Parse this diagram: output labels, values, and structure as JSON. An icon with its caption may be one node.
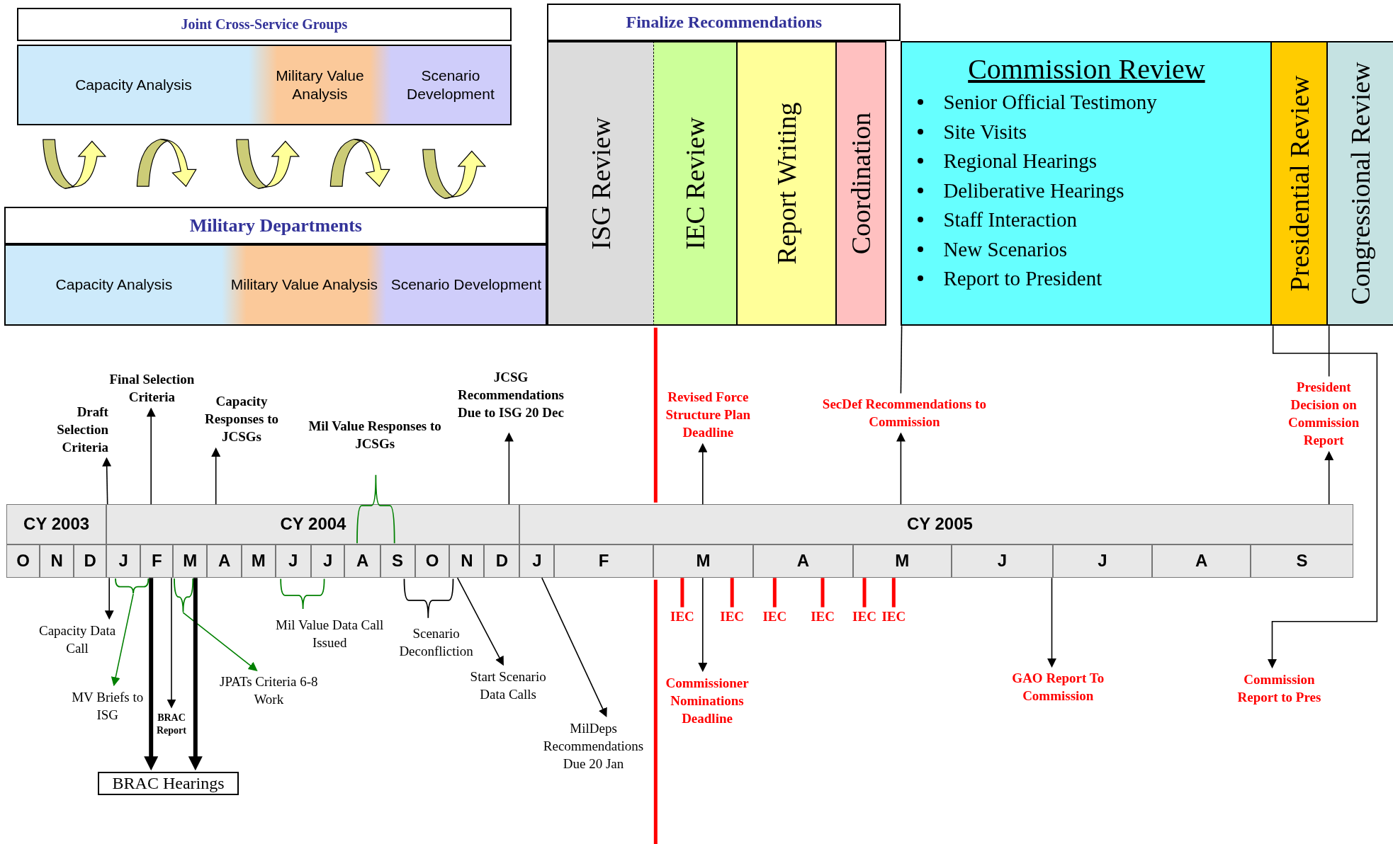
{
  "diagram": {
    "nodes": [
      {
        "text": [
          "Joint Cross-Service Groups"
        ]
      },
      {
        "text": [
          "Capacity Analysis"
        ]
      },
      {
        "text": [
          "Military Value Analysis"
        ]
      },
      {
        "text": [
          "Scenario Development"
        ]
      },
      {
        "text": [
          "Military Departments"
        ]
      },
      {
        "text": [
          "Capacity Analysis"
        ]
      },
      {
        "text": [
          "Military Value Analysis"
        ]
      },
      {
        "text": [
          "Scenario Development"
        ]
      },
      {
        "text": [
          "Finalize Recommendations"
        ]
      },
      {
        "text": [
          "ISG Review"
        ]
      },
      {
        "text": [
          "IEC Review"
        ]
      },
      {
        "text": [
          "Report Writing"
        ]
      },
      {
        "text": [
          "Coordination"
        ]
      },
      {
        "text": [
          "Commission Review",
          "Senior Official Testimony",
          "Site Visits",
          "Regional Hearings",
          "Deliberative Hearings",
          "Staff Interaction",
          "New Scenarios",
          "Report to President"
        ]
      },
      {
        "text": [
          "Presidential Review"
        ]
      },
      {
        "text": [
          "Congressional Review"
        ]
      },
      {
        "text": [
          "Draft Selection Criteria"
        ]
      },
      {
        "text": [
          "Final Selection Criteria"
        ]
      },
      {
        "text": [
          "Capacity Responses to JCSGs"
        ]
      },
      {
        "text": [
          "Mil Value Responses to JCSGs"
        ]
      },
      {
        "text": [
          "JCSG Recommendations Due to ISG 20 Dec"
        ]
      },
      {
        "text": [
          "Revised Force Structure Plan Deadline"
        ]
      },
      {
        "text": [
          "SecDef Recommendations to Commission"
        ]
      },
      {
        "text": [
          "President Decision on Commission Report"
        ]
      },
      {
        "text": [
          "Capacity Data Call"
        ]
      },
      {
        "text": [
          "MV Briefs to ISG"
        ]
      },
      {
        "text": [
          "BRAC Report"
        ]
      },
      {
        "text": [
          "JPATs Criteria 6-8 Work"
        ]
      },
      {
        "text": [
          "BRAC Hearings"
        ]
      },
      {
        "text": [
          "Mil Value Data Call Issued"
        ]
      },
      {
        "text": [
          "Scenario Deconfliction"
        ]
      },
      {
        "text": [
          "Start Scenario Data Calls"
        ]
      },
      {
        "text": [
          "MilDeps Recommendations Due 20 Jan"
        ]
      },
      {
        "text": [
          "Commissioner Nominations Deadline"
        ]
      },
      {
        "text": [
          "GAO Report To Commission"
        ]
      },
      {
        "text": [
          "Commission Report to Pres"
        ]
      },
      {
        "text": [
          "CY 2003"
        ]
      },
      {
        "text": [
          "CY 2004"
        ]
      },
      {
        "text": [
          "CY 2005"
        ]
      },
      {
        "text": [
          "O"
        ]
      },
      {
        "text": [
          "N"
        ]
      },
      {
        "text": [
          "D"
        ]
      },
      {
        "text": [
          "J"
        ]
      },
      {
        "text": [
          "F"
        ]
      },
      {
        "text": [
          "M"
        ]
      },
      {
        "text": [
          "A"
        ]
      },
      {
        "text": [
          "M"
        ]
      },
      {
        "text": [
          "J"
        ]
      },
      {
        "text": [
          "J"
        ]
      },
      {
        "text": [
          "A"
        ]
      },
      {
        "text": [
          "S"
        ]
      },
      {
        "text": [
          "O"
        ]
      },
      {
        "text": [
          "N"
        ]
      },
      {
        "text": [
          "D"
        ]
      },
      {
        "text": [
          "J"
        ]
      },
      {
        "text": [
          "F"
        ]
      },
      {
        "text": [
          "M"
        ]
      },
      {
        "text": [
          "A"
        ]
      },
      {
        "text": [
          "M"
        ]
      },
      {
        "text": [
          "J"
        ]
      },
      {
        "text": [
          "J"
        ]
      },
      {
        "text": [
          "A"
        ]
      },
      {
        "text": [
          "S"
        ]
      },
      {
        "text": [],
        "shape": "brace"
      },
      {
        "text": [],
        "shape": "brace"
      },
      {
        "text": [
          "IEC"
        ]
      },
      {
        "text": [
          "IEC"
        ]
      },
      {
        "text": [
          "IEC"
        ]
      },
      {
        "text": [
          "IEC"
        ]
      },
      {
        "text": [
          "IEC"
        ]
      },
      {
        "text": [
          "IEC"
        ]
      }
    ],
    "edges": [
      {
        "from": 37,
        "to": 16,
        "arrow": "to"
      },
      {
        "from": 37,
        "to": 17,
        "arrow": "to"
      },
      {
        "from": 37,
        "to": 18,
        "arrow": "to"
      },
      {
        "from": 37,
        "to": 20,
        "arrow": "to"
      },
      {
        "from": 38,
        "to": 21,
        "arrow": "to"
      },
      {
        "from": 38,
        "to": 22,
        "arrow": "to"
      },
      {
        "from": 13,
        "to": 22,
        "arrow": "none"
      },
      {
        "from": 38,
        "to": 23,
        "arrow": "to"
      },
      {
        "from": 15,
        "to": 23,
        "arrow": "none"
      },
      {
        "from": 42,
        "to": 24,
        "arrow": "to"
      },
      {
        "from": 63,
        "to": 25,
        "arrow": "to",
        "color": "#008000"
      },
      {
        "from": 64,
        "to": 27,
        "arrow": "to",
        "color": "#008000"
      },
      {
        "from": 43,
        "to": 26,
        "arrow": "to"
      },
      {
        "from": 43,
        "to": 28,
        "arrow": "to",
        "style": "thick"
      },
      {
        "from": 44,
        "to": 28,
        "arrow": "to",
        "style": "thick"
      },
      {
        "from": 52,
        "to": 31,
        "arrow": "to"
      },
      {
        "from": 54,
        "to": 32,
        "arrow": "to"
      },
      {
        "from": 56,
        "to": 33,
        "arrow": "to"
      },
      {
        "from": 59,
        "to": 34,
        "arrow": "to"
      },
      {
        "from": 14,
        "to": 35,
        "arrow": "to"
      },
      {
        "from": 56,
        "to": 65,
        "arrow": "none",
        "style": "thick",
        "color": "#ff0000"
      },
      {
        "from": 56,
        "to": 66,
        "arrow": "none",
        "style": "thick",
        "color": "#ff0000"
      },
      {
        "from": 57,
        "to": 67,
        "arrow": "none",
        "style": "thick",
        "color": "#ff0000"
      },
      {
        "from": 57,
        "to": 68,
        "arrow": "none",
        "style": "thick",
        "color": "#ff0000"
      },
      {
        "from": 58,
        "to": 69,
        "arrow": "none",
        "style": "thick",
        "color": "#ff0000"
      },
      {
        "from": 58,
        "to": 70,
        "arrow": "none",
        "style": "thick",
        "color": "#ff0000"
      }
    ]
  }
}
